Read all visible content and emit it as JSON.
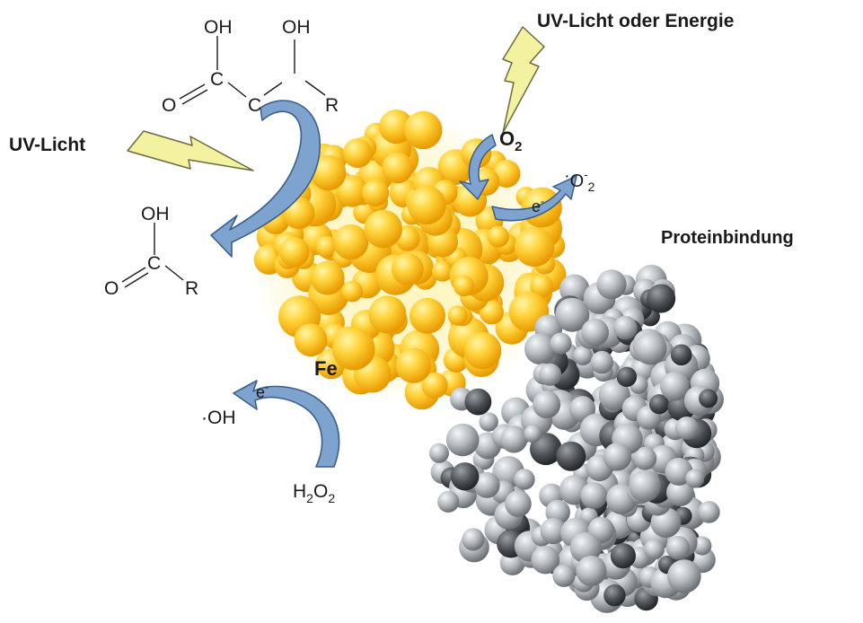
{
  "labels": {
    "uv_light": "UV-Licht",
    "uv_light_or_energy": "UV-Licht oder Energie",
    "protein_binding": "Proteinbindung",
    "iron": "Fe",
    "oxygen_main": "O",
    "oxygen_sub": "2",
    "superoxide_dot": "·",
    "superoxide_main": "O",
    "superoxide_sup": "-",
    "superoxide_sub": "2",
    "electron_top": "e",
    "electron_top_sup": "-",
    "electron_bottom": "e",
    "electron_bottom_sup": "-",
    "hydroxyl_radical": "·OH",
    "h2o2_h": "H",
    "h2o2_sub1": "2",
    "h2o2_o": "O",
    "h2o2_sub2": "2"
  },
  "structure_top": {
    "oh_left": "OH",
    "oh_right": "OH",
    "o": "O",
    "c_left": "C",
    "c_mid": "C",
    "r": "R"
  },
  "structure_bottom": {
    "oh": "OH",
    "o": "O",
    "c": "C",
    "r": "R"
  },
  "colors": {
    "nanoparticle": "#f5b915",
    "nanoparticle_highlight": "#fff3a0",
    "protein": "#9ea3a8",
    "protein_dark": "#4a4d50",
    "arrow_fill": "#7fa3cf",
    "arrow_stroke": "#3a5f8c",
    "lightning_fill": "#f2f2a0",
    "lightning_stroke": "#6b6b40"
  }
}
